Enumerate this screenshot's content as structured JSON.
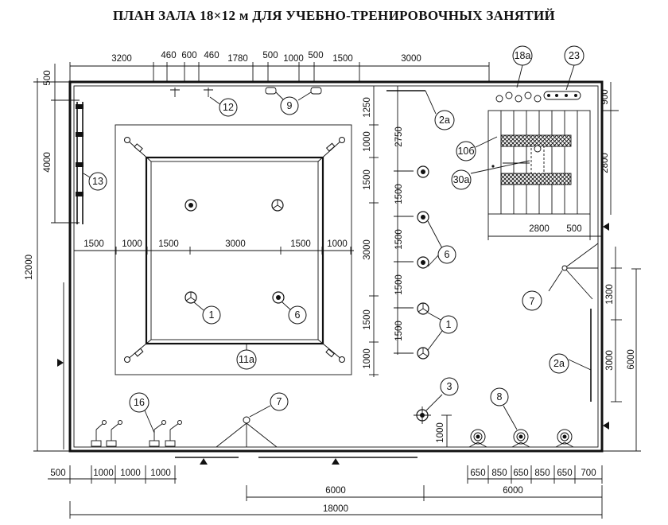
{
  "title": "ПЛАН ЗАЛА 18×12 м ДЛЯ УЧЕБНО-ТРЕНИРОВОЧНЫХ ЗАНЯТИЙ",
  "top_dims": [
    "3200",
    "460",
    "600",
    "460",
    "1780",
    "500",
    "1000",
    "500",
    "1500",
    "3000"
  ],
  "left_dims": {
    "total": "12000",
    "top": "500",
    "middle": "4000"
  },
  "ring_dims_h": [
    "1500",
    "1000",
    "1500",
    "3000",
    "1500",
    "1000"
  ],
  "ring_dims_v": [
    "1250",
    "1000",
    "1500",
    "3000",
    "1500",
    "1000"
  ],
  "right_col_dims": [
    "2750",
    "1500",
    "1500",
    "1500",
    "1500"
  ],
  "mat_dims": {
    "width": "2800",
    "gap": "500",
    "side_top": "900",
    "side_height": "2800"
  },
  "right_edge_dims": {
    "a": "1300",
    "b": "3000",
    "total": "6000"
  },
  "target_dim": "1000",
  "bottom_left_dims": [
    "500",
    "1000",
    "1000",
    "1000"
  ],
  "bottom_right_dims": [
    "650",
    "850",
    "650",
    "850",
    "650",
    "700"
  ],
  "bottom_halves": [
    "6000",
    "6000"
  ],
  "bottom_total": "18000",
  "labels": {
    "l18a": "18а",
    "l23": "23",
    "l2a_top": "2а",
    "l12": "12",
    "l9": "9",
    "l10b": "10б",
    "l30a": "30а",
    "l13": "13",
    "l6_right": "6",
    "l7_right": "7",
    "l1_ring": "1",
    "l6_ring": "6",
    "l11a": "11а",
    "l1_right": "1",
    "l2a_right": "2а",
    "l3": "3",
    "l8": "8",
    "l16": "16",
    "l7_bottom": "7"
  }
}
